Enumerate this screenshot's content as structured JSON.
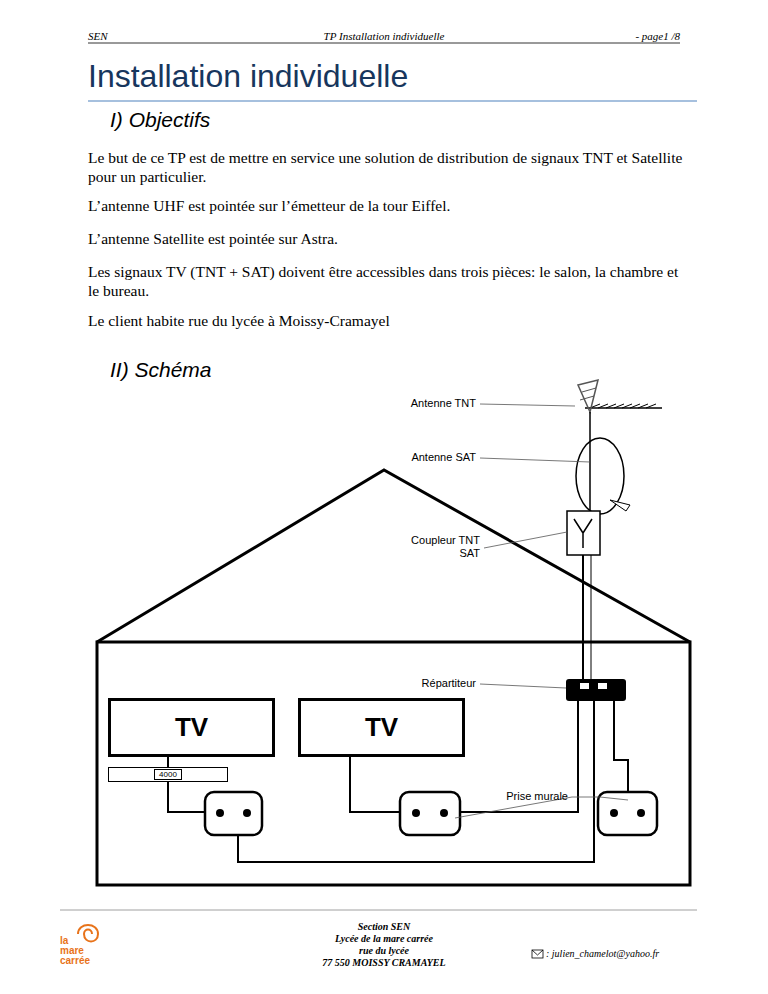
{
  "diagram": {
    "title": "Installation individuelle",
    "nodes": [
      {
        "text": [
          "TV"
        ]
      },
      {
        "text": [
          "TV"
        ]
      },
      {
        "text": [
          "4000"
        ]
      }
    ],
    "edges": [
      {
        "from": 0,
        "to": 2,
        "arrow": "none"
      }
    ],
    "labels": [
      "SEN",
      "TP Installation individuelle",
      "- page1 /8",
      "I) Objectifs",
      "Le but de ce TP est de mettre en service une solution de distribution de signaux TNT et Satellite pour un particulier.",
      "L’antenne UHF est pointée sur l’émetteur de la tour Eiffel.",
      "L’antenne Satellite est pointée sur Astra.",
      "Les signaux TV (TNT + SAT) doivent être accessibles dans trois pièces: le salon, la chambre et le bureau.",
      "Le client habite rue du lycée à Moissy-Cramayel",
      "II) Schéma",
      "Antenne TNT",
      "Antenne SAT",
      "Coupleur TNT SAT",
      "Répartiteur",
      "Prise murale",
      "Section SEN",
      "Lycée de la mare carrée",
      "rue du lycée",
      "77 550 MOISSY CRAMAYEL",
      ": julien_chamelot@yahoo.fr",
      "la",
      "mare",
      "carrée"
    ]
  }
}
